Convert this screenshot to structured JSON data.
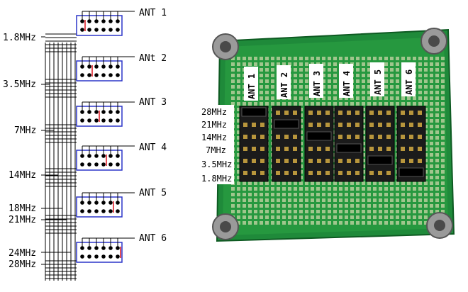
{
  "schematic": {
    "antennas": [
      "ANT 1",
      "ANt 2",
      "ANT 3",
      "ANT 4",
      "ANT 5",
      "ANT 6"
    ],
    "bands": [
      "1.8MHz",
      "3.5MHz",
      "7MHz",
      "14MHz",
      "18MHz",
      "21MHz",
      "24MHz",
      "28MHz"
    ]
  },
  "photo": {
    "antennas": [
      "ANT 1",
      "ANT 2",
      "ANT 3",
      "ANT 4",
      "ANT 5",
      "ANT 6"
    ],
    "bands": [
      "28MHz",
      "21MHz",
      "14MHz",
      "7MHz",
      "3.5MHz",
      "1.8MHz"
    ]
  },
  "colors": {
    "block_border": "#2b35c8",
    "jumper": "#e0202a",
    "pcb": "#1f8a3a",
    "header_label_bg": "#ffffff"
  }
}
